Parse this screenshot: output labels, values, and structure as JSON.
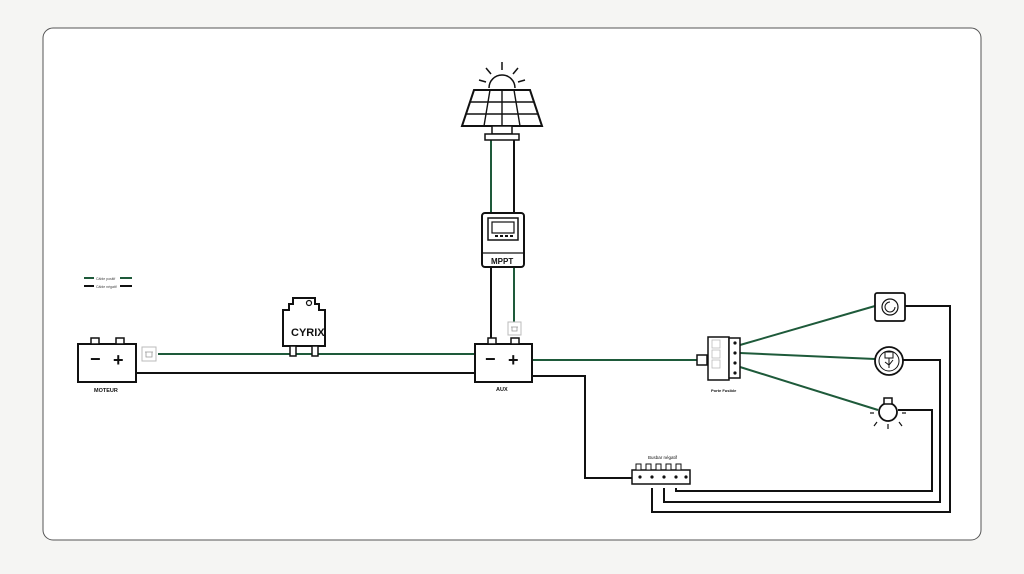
{
  "legend": {
    "positive": "Câble positif",
    "negative": "Câble négatif"
  },
  "labels": {
    "battery_engine": "MOTEUR",
    "battery_aux": "AUX",
    "cyrix": "CYRIX",
    "mppt": "MPPT",
    "fuse_holder": "Porte Fusible",
    "busbar": "Busbar négatif",
    "minus": "−",
    "plus": "+"
  },
  "colors": {
    "background": "#f5f5f3",
    "frame": "#ffffff",
    "positive_cable": "#1e5a3a",
    "negative_cable": "#111111"
  },
  "icons": [
    "solar-panel-icon",
    "sun-icon",
    "battery-icon",
    "fuse-icon",
    "relay-icon",
    "charge-controller-icon",
    "heater-icon",
    "usb-outlet-icon",
    "light-bulb-icon",
    "busbar-icon"
  ]
}
